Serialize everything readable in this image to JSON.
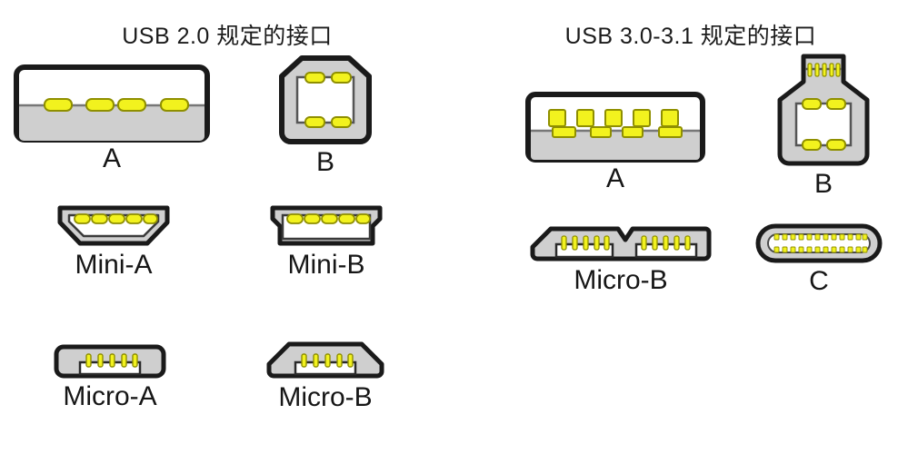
{
  "figure": {
    "background_color": "#ffffff",
    "outline_color": "#1a1a1a",
    "body_fill_color": "#cfcfcf",
    "cavity_fill_color": "#ffffff",
    "pin_fill_color": "#f2f21e",
    "pin_stroke_color": "#b0b000",
    "label_color": "#161616"
  },
  "panels": [
    {
      "id": "usb20",
      "title": "USB 2.0 规定的接口",
      "connectors": [
        {
          "id": "usb20-a",
          "label": "A",
          "pins": 4,
          "shape": "rectangular-type-a"
        },
        {
          "id": "usb20-b",
          "label": "B",
          "pins": 4,
          "shape": "square-beveled-type-b"
        },
        {
          "id": "usb20-mini-a",
          "label": "Mini-A",
          "pins": 5,
          "shape": "trapezoid-mini-a"
        },
        {
          "id": "usb20-mini-b",
          "label": "Mini-B",
          "pins": 5,
          "shape": "notched-mini-b"
        },
        {
          "id": "usb20-micro-a",
          "label": "Micro-A",
          "pins": 5,
          "shape": "rounded-micro-a"
        },
        {
          "id": "usb20-micro-b",
          "label": "Micro-B",
          "pins": 5,
          "shape": "beveled-micro-b"
        }
      ]
    },
    {
      "id": "usb30",
      "title": "USB 3.0-3.1 规定的接口",
      "connectors": [
        {
          "id": "usb30-a",
          "label": "A",
          "pins": 9,
          "shape": "rectangular-type-a-superspeed"
        },
        {
          "id": "usb30-b",
          "label": "B",
          "pins": 9,
          "shape": "flask-type-b-superspeed"
        },
        {
          "id": "usb30-micro-b",
          "label": "Micro-B",
          "pins": 10,
          "shape": "dual-section-micro-b"
        },
        {
          "id": "usb30-c",
          "label": "C",
          "pins": 24,
          "shape": "oval-type-c"
        }
      ]
    }
  ]
}
